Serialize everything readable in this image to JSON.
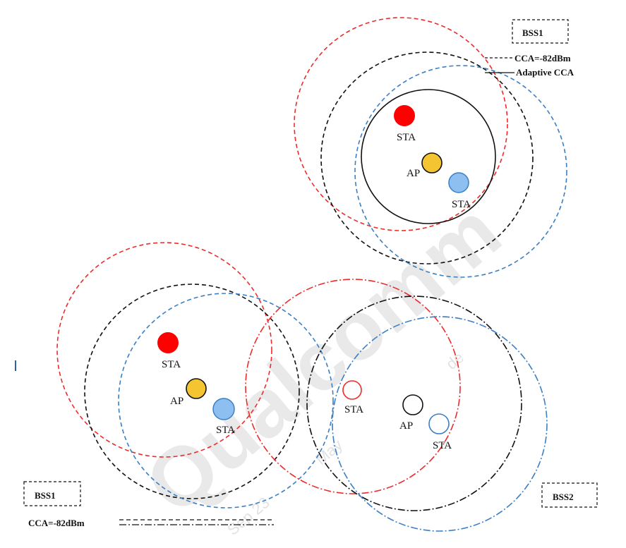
{
  "top_group": {
    "title": "BSS1",
    "legend_cca": "CCA=-82dBm",
    "legend_adaptive": "Adaptive CCA",
    "sta_red_label": "STA",
    "ap_label": "AP",
    "sta_blue_label": "STA"
  },
  "bottom_left_group": {
    "title": "BSS1",
    "legend_cca": "CCA=-82dBm",
    "sta_red_label": "STA",
    "ap_label": "AP",
    "sta_blue_label": "STA"
  },
  "bottom_right_group": {
    "title": "BSS2",
    "sta_red_label": "STA",
    "ap_label": "AP",
    "sta_blue_label": "STA"
  },
  "watermark": {
    "main": "Qualcomm",
    "line1": "Sep 23",
    "line2": "May",
    "line3": "de"
  },
  "colors": {
    "red": "#ee2b2b",
    "black": "#111111",
    "blue": "#3b7fc4",
    "sta_red_fill": "#ff0000",
    "ap_fill": "#f5c531",
    "sta_blue_fill": "#8dbff0"
  }
}
